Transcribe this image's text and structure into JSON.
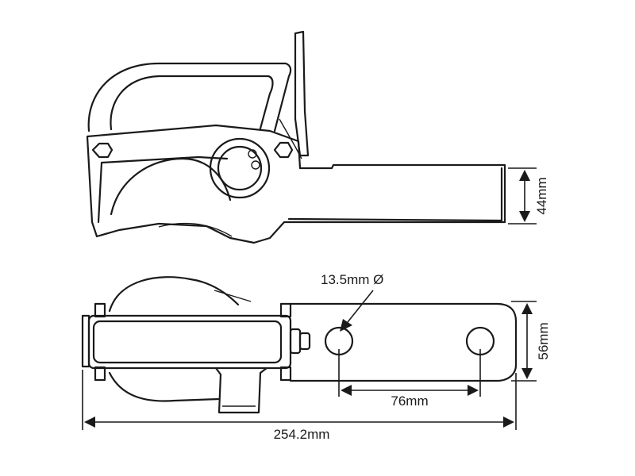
{
  "dimensions": {
    "side_height": "44mm",
    "top_width": "56mm",
    "hole_diameter": "13.5mm Ø",
    "hole_spacing": "76mm",
    "overall_length": "254.2mm"
  }
}
